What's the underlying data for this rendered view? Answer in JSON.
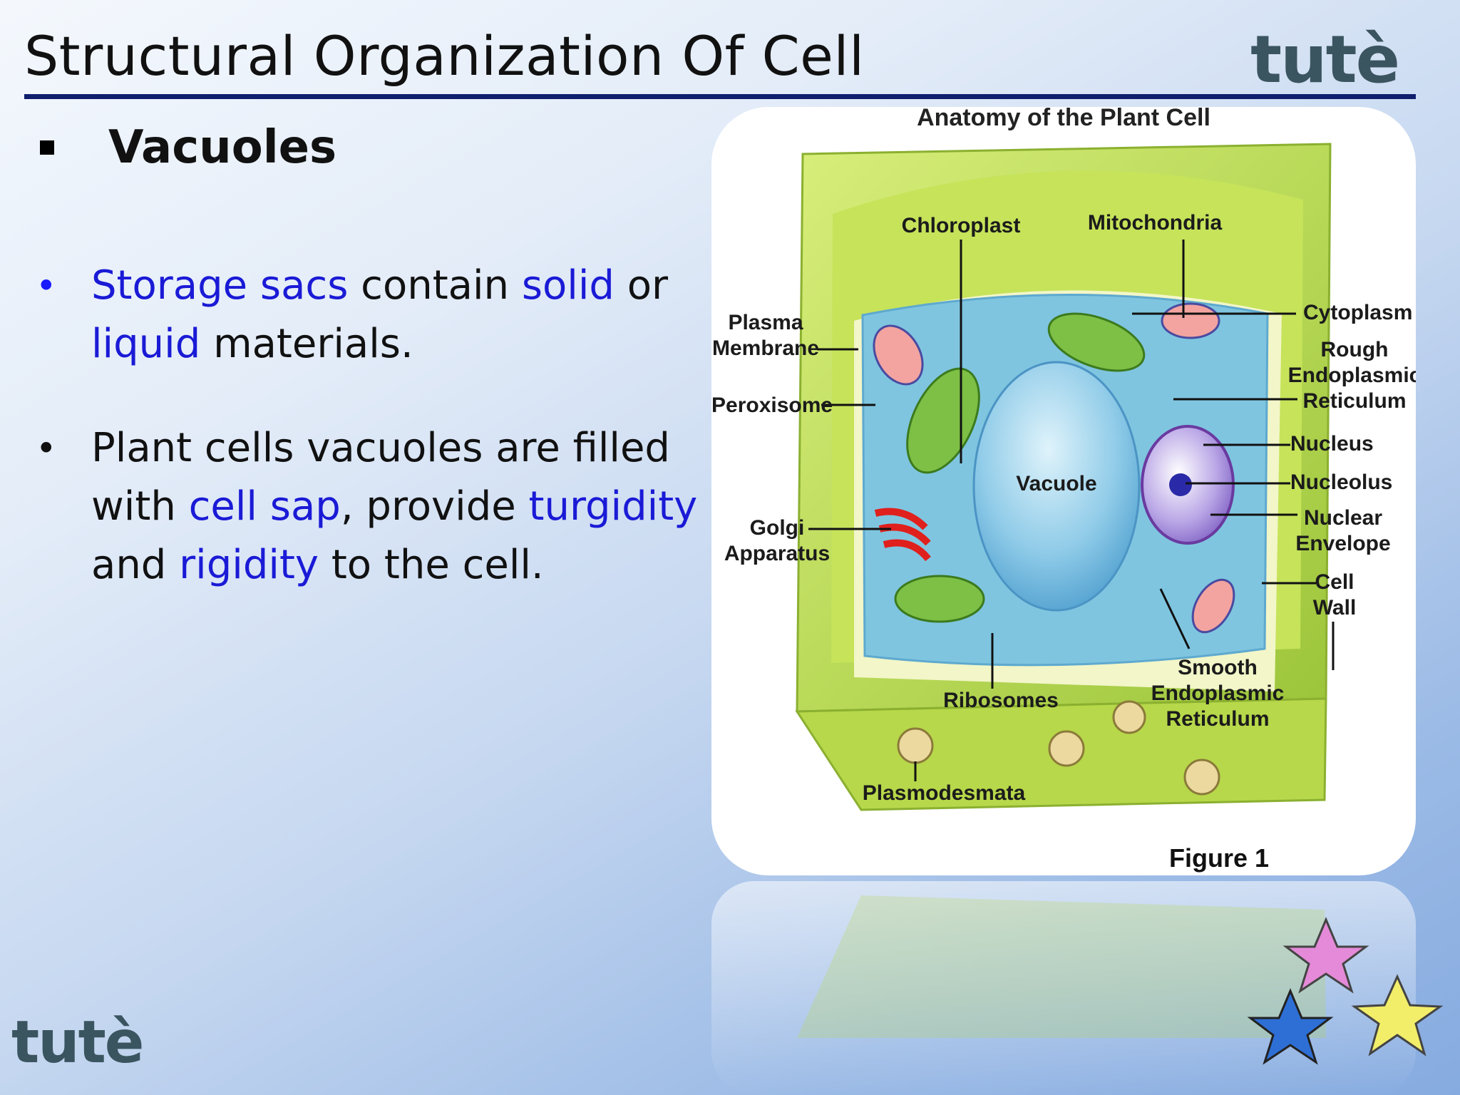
{
  "slide": {
    "title": "Structural Organization Of Cell",
    "logo": "tutè",
    "heading": "Vacuoles"
  },
  "bullets": [
    {
      "parts": [
        {
          "text": "Storage sacs",
          "highlight": true
        },
        {
          "text": " contain ",
          "highlight": false
        },
        {
          "text": "solid",
          "highlight": true
        },
        {
          "text": " or ",
          "highlight": false
        },
        {
          "text": "liquid",
          "highlight": true
        },
        {
          "text": " materials.",
          "highlight": false
        }
      ]
    },
    {
      "parts": [
        {
          "text": "Plant cells vacuoles are filled with ",
          "highlight": false
        },
        {
          "text": "cell sap",
          "highlight": true
        },
        {
          "text": ", provide ",
          "highlight": false
        },
        {
          "text": "turgidity",
          "highlight": true
        },
        {
          "text": " and ",
          "highlight": false
        },
        {
          "text": "rigidity",
          "highlight": true
        },
        {
          "text": " to the cell.",
          "highlight": false
        }
      ]
    }
  ],
  "figure": {
    "title": "Anatomy of the Plant Cell",
    "caption": "Figure 1",
    "labels": {
      "chloroplast": "Chloroplast",
      "mitochondria": "Mitochondria",
      "cytoplasm": "Cytoplasm",
      "plasma_membrane_1": "Plasma",
      "plasma_membrane_2": "Membrane",
      "rough_er_1": "Rough",
      "rough_er_2": "Endoplasmic",
      "rough_er_3": "Reticulum",
      "peroxisome": "Peroxisome",
      "nucleus": "Nucleus",
      "vacuole": "Vacuole",
      "nucleolus": "Nucleolus",
      "nuclear_envelope_1": "Nuclear",
      "nuclear_envelope_2": "Envelope",
      "golgi_1": "Golgi",
      "golgi_2": "Apparatus",
      "cell_wall_1": "Cell",
      "cell_wall_2": "Wall",
      "smooth_er_1": "Smooth",
      "smooth_er_2": "Endoplasmic",
      "smooth_er_3": "Reticulum",
      "ribosomes": "Ribosomes",
      "plasmodesmata": "Plasmodesmata"
    }
  },
  "colors": {
    "title_rule": "#0f1f6e",
    "highlight_text": "#1a1ad6",
    "logo": "#3b5560",
    "cell_wall": "#b7d84a",
    "cytoplasm": "#7fc5e0",
    "vacuole": "#a9d8ef"
  },
  "decorations": [
    "tute-logo",
    "stars-icon"
  ]
}
